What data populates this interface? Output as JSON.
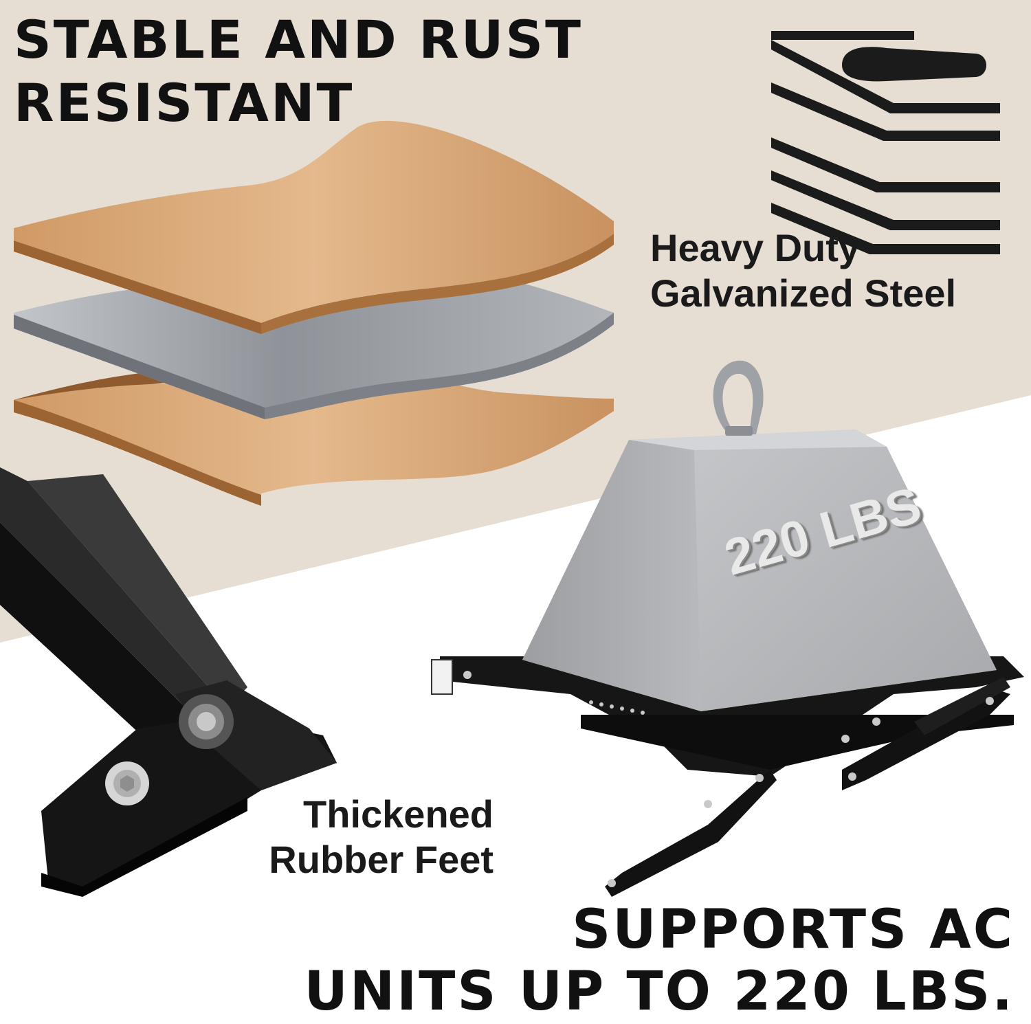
{
  "headline_top": [
    "STABLE AND RUST",
    "RESISTANT"
  ],
  "material_label": [
    "Heavy Duty",
    "Galvanized Steel"
  ],
  "feet_label": [
    "Thickened",
    "Rubber Feet"
  ],
  "weight_label": "220 LBS",
  "headline_bottom": [
    "SUPPORTS AC",
    "UNITS UP TO 220 LBS."
  ],
  "colors": {
    "backdrop_beige": "#e6ddd3",
    "wood": "#d9a878",
    "steel": "#9ea2a8",
    "bracket_black": "#151515",
    "weight_gray": "#b4b6b9"
  },
  "icons": [
    "steel-layers-icon"
  ]
}
